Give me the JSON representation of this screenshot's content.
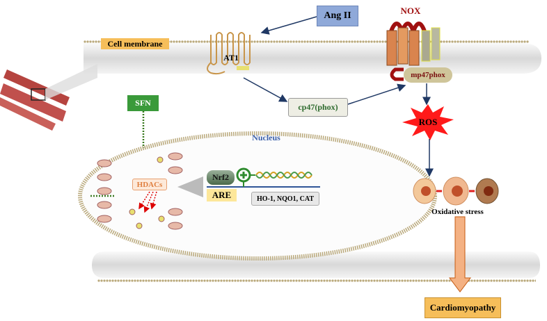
{
  "labels": {
    "cell_membrane": "Cell membrane",
    "ang2": "Ang II",
    "at1": "AT1",
    "nox": "NOX",
    "mp47phox": "mp47phox",
    "cp47phox": "cp47(phox)",
    "ros": "ROS",
    "sfn": "SFN",
    "nucleus": "Nucleus",
    "hdacs": "HDACs",
    "nrf2": "Nrf2",
    "are": "ARE",
    "genes": "HO-1, NQO1, CAT",
    "oxidative_stress": "Oxidative stress",
    "cardiomyopathy": "Cardiomyopathy"
  },
  "colors": {
    "blue_box": "#8fa9d9",
    "orange": "#f6be5a",
    "green": "#2e8b2e",
    "nox_red": "#a01010",
    "ros_red": "#ff1a1a",
    "nucleus_blue": "#3a5faa"
  }
}
